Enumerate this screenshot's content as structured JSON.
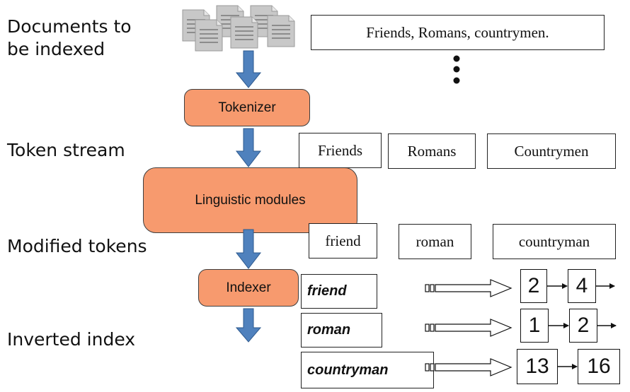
{
  "labels": {
    "documents": "Documents to\nbe indexed",
    "token_stream": "Token stream",
    "modified_tokens": "Modified tokens",
    "inverted_index": "Inverted index"
  },
  "modules": {
    "tokenizer": "Tokenizer",
    "linguistic": "Linguistic modules",
    "indexer": "Indexer"
  },
  "document_text": "Friends, Romans, countrymen.",
  "tokens": [
    "Friends",
    "Romans",
    "Countrymen"
  ],
  "modified_tokens": [
    "friend",
    "roman",
    "countryman"
  ],
  "index": [
    {
      "term": "friend",
      "postings": [
        "2",
        "4"
      ]
    },
    {
      "term": "roman",
      "postings": [
        "1",
        "2"
      ]
    },
    {
      "term": "countryman",
      "postings": [
        "13",
        "16"
      ]
    }
  ],
  "colors": {
    "module_fill": "#f79a6e",
    "flow_arrow": "#4f81bd",
    "doc_icon": "#c8c8c8"
  },
  "icons": [
    "document-stack-icon",
    "ellipsis-dots-icon"
  ]
}
